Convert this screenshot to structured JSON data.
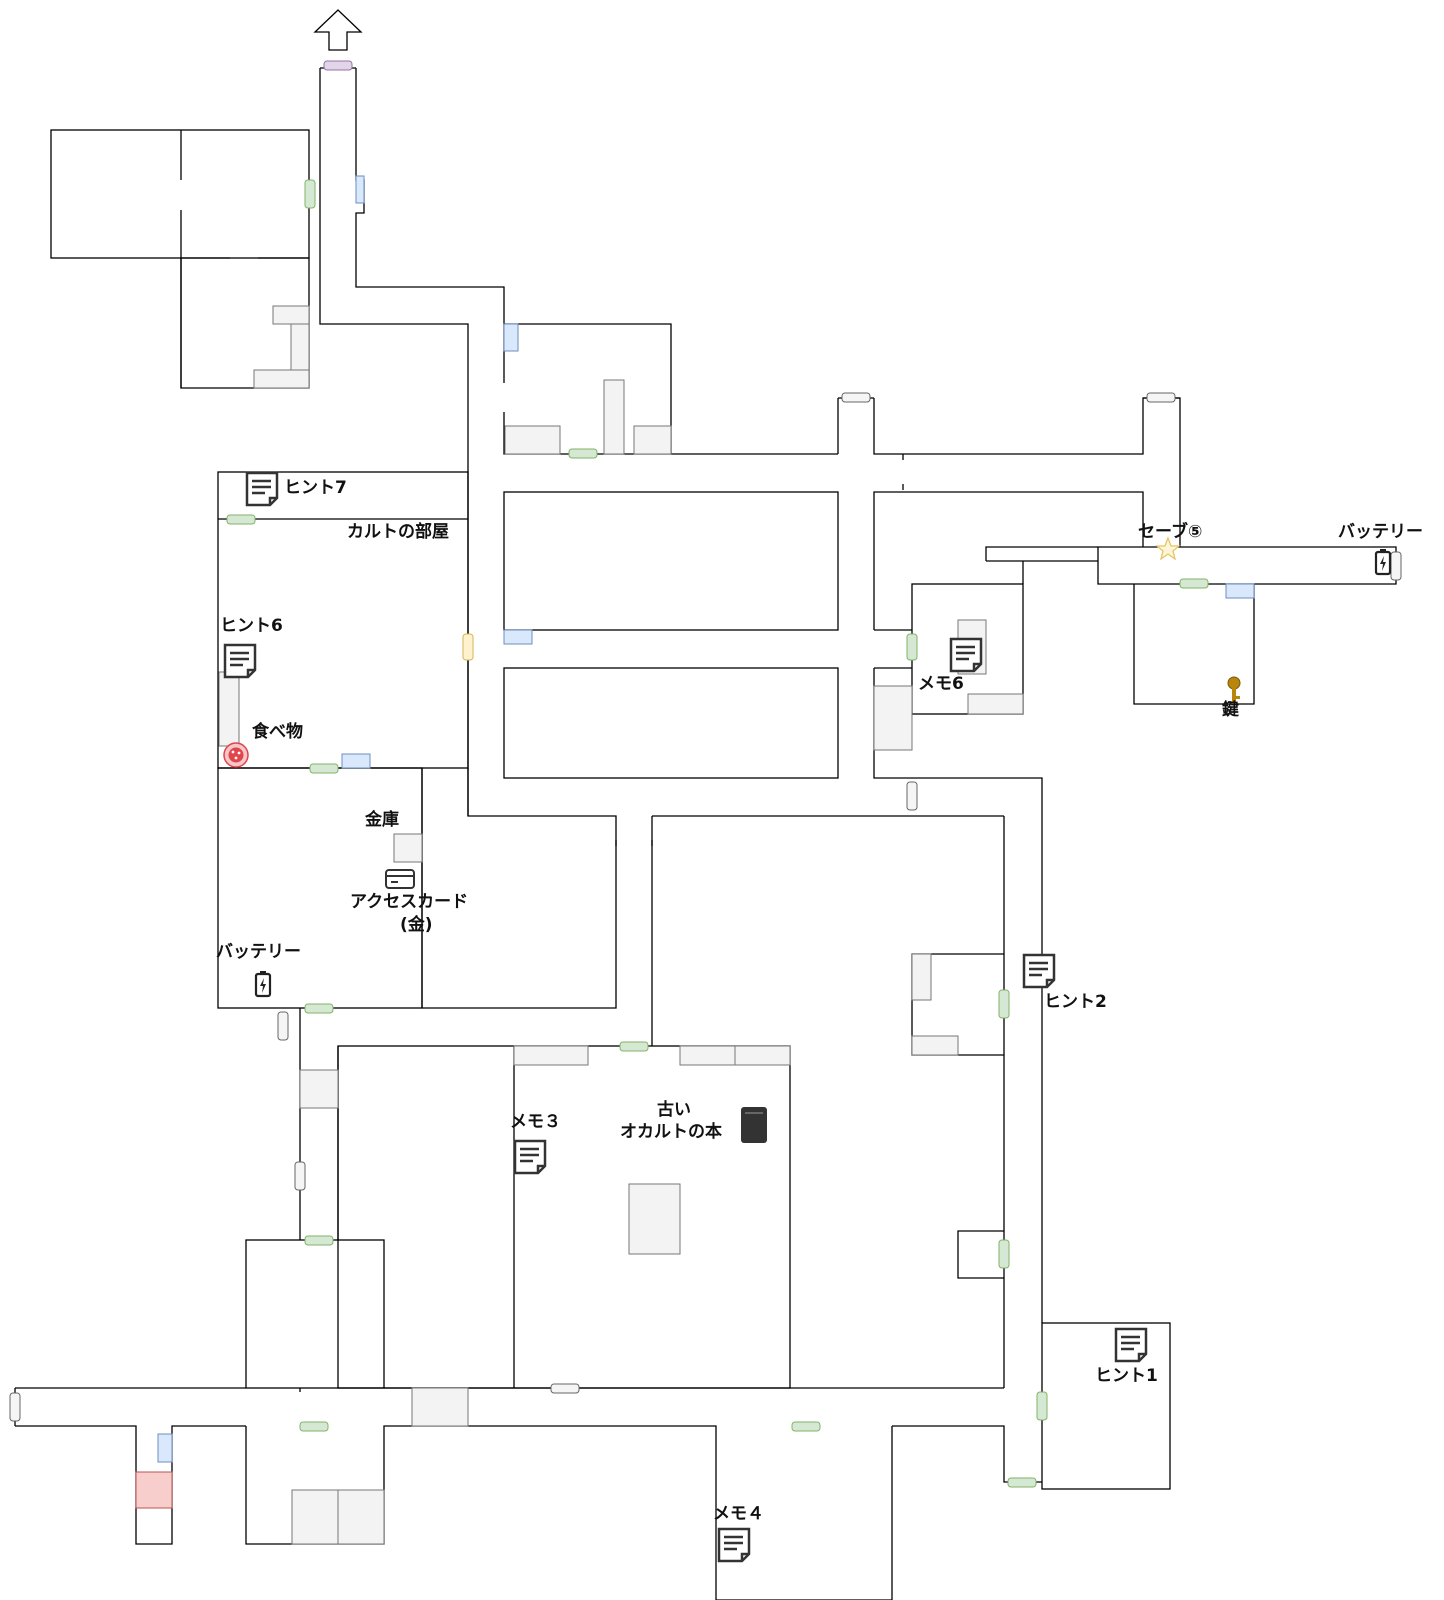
{
  "labels": {
    "hint7": "ヒント7",
    "cult_room": "カルトの部屋",
    "hint6": "ヒント6",
    "food": "食べ物",
    "safe": "金庫",
    "access_card_line1": "アクセスカード",
    "access_card_line2": "(金)",
    "battery_left": "バッテリー",
    "save": "セーブ⑤",
    "battery_right": "バッテリー",
    "memo6": "メモ6",
    "key": "鍵",
    "hint2": "ヒント2",
    "memo3": "メモ３",
    "old_book_line1": "古い",
    "old_book_line2": "オカルトの本",
    "hint1": "ヒント1",
    "memo4": "メモ４"
  },
  "colors": {
    "wall": "#000000",
    "furniture": "#f3f3f3",
    "door_green": "#d5e8d4",
    "door_blue": "#dae8fc",
    "door_yellow": "#fff2cc",
    "door_purple": "#e1d5e7",
    "door_white": "#f5f5f5",
    "hazard_red": "#f8cecc",
    "icon_dark": "#333333",
    "key_gold": "#b8860b",
    "food_red": "#e0454a",
    "save_star": "#f0d98a"
  },
  "icons": {
    "exit_arrow": "up-arrow-icon",
    "note": "note-icon",
    "battery": "battery-icon",
    "key": "key-icon",
    "food": "food-icon",
    "card": "card-icon",
    "book": "book-icon",
    "star": "star-icon"
  }
}
